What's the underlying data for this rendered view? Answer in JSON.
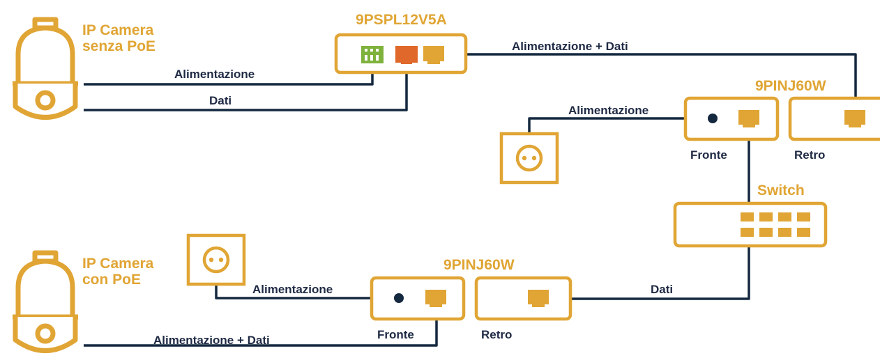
{
  "colors": {
    "accent": "#e0a534",
    "wire": "#14283f",
    "terminal_green": "#7fb23c",
    "dc_orange": "#e0682a"
  },
  "top": {
    "camera_title_line1": "IP Camera",
    "camera_title_line2": "senza PoE",
    "splitter_title": "9PSPL12V5A",
    "label_power": "Alimentazione",
    "label_data": "Dati",
    "label_power_data": "Alimentazione + Dati"
  },
  "right": {
    "injector_title": "9PINJ60W",
    "label_power": "Alimentazione",
    "label_front": "Fronte",
    "label_back": "Retro",
    "switch_title": "Switch"
  },
  "bottom": {
    "camera_title_line1": "IP Camera",
    "camera_title_line2": "con PoE",
    "injector_title": "9PINJ60W",
    "label_power": "Alimentazione",
    "label_front": "Fronte",
    "label_back": "Retro",
    "label_data": "Dati",
    "label_power_data": "Alimentazione + Dati"
  },
  "icons": {
    "camera": "ptz-dome-camera-icon",
    "outlet": "power-outlet-icon",
    "rj45": "ethernet-port-icon",
    "dc": "dc-jack-icon",
    "terminal": "terminal-block-icon"
  }
}
